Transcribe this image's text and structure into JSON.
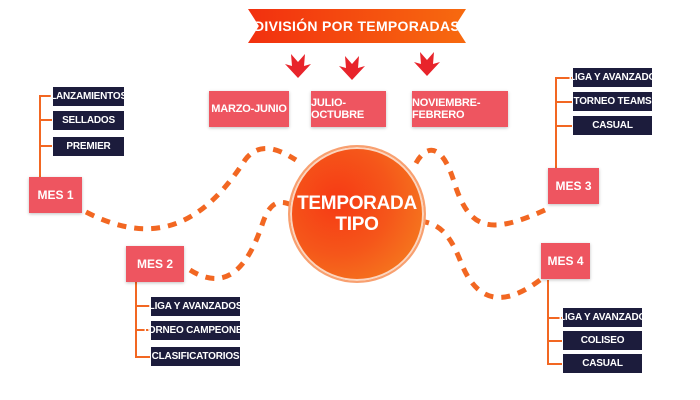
{
  "banner": "DIVISIÓN POR TEMPORADAS",
  "periods": [
    "MARZO-JUNIO",
    "JULIO-OCTUBRE",
    "NOVIEMBRE-FEBRERO"
  ],
  "center": {
    "line1": "TEMPORADA",
    "line2": "TIPO"
  },
  "months": [
    {
      "label": "MES 1",
      "items": [
        "LANZAMIENTOS",
        "SELLADOS",
        "PREMIER"
      ]
    },
    {
      "label": "MES 2",
      "items": [
        "LIGA Y AVANZADOS",
        "TORNEO CAMPEONES",
        "CLASIFICATORIOS"
      ]
    },
    {
      "label": "MES 3",
      "items": [
        "LIGA Y AVANZADO",
        "TORNEO TEAMS",
        "CASUAL"
      ]
    },
    {
      "label": "MES 4",
      "items": [
        "LIGA Y AVANZADO",
        "COLISEO",
        "CASUAL"
      ]
    }
  ],
  "colors": {
    "accent": "#ee5560",
    "dark": "#1c1c3c",
    "orange": "#f26722",
    "banner": "#f2300f"
  }
}
